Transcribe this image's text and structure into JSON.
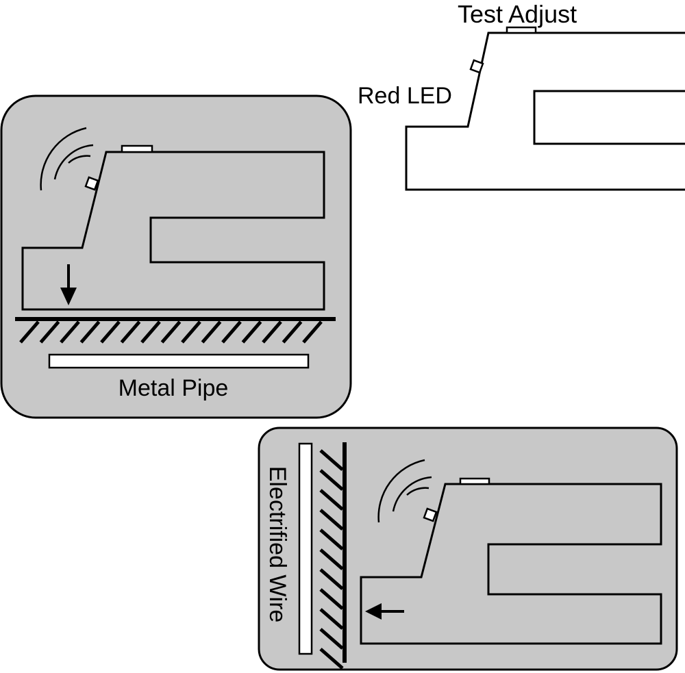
{
  "labels": {
    "test_adjust": "Test Adjust",
    "red_led": "Red LED",
    "metal_pipe": "Metal Pipe",
    "electrified_wire": "Electrified Wire"
  },
  "colors": {
    "panel_fill": "#c8c8c8",
    "stroke": "#000000",
    "device_fill": "#ffffff"
  }
}
